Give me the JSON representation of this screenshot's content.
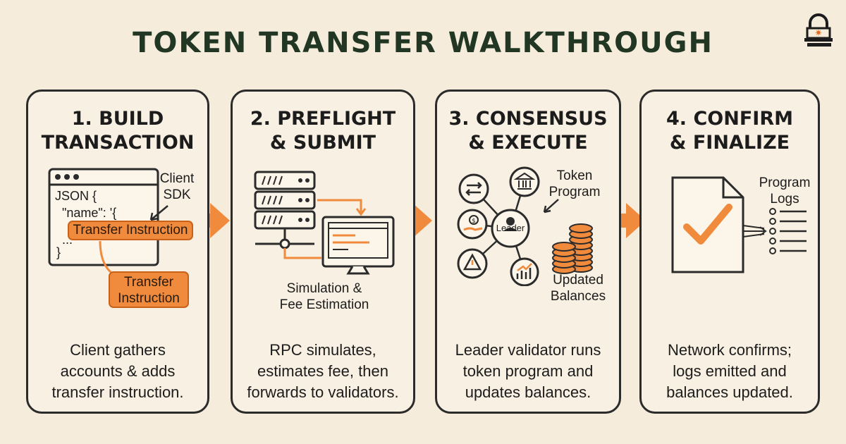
{
  "title": "TOKEN TRANSFER WALKTHROUGH",
  "colors": {
    "accent": "#f08a3c",
    "ink": "#2b2b2b",
    "background": "#f5ecdc",
    "title": "#223624"
  },
  "steps": [
    {
      "heading_line1": "1. BUILD",
      "heading_line2": "TRANSACTION",
      "caption_line1": "Client gathers",
      "caption_line2": "accounts & adds",
      "caption_line3": "transfer instruction.",
      "client_label_line1": "Client",
      "client_label_line2": "SDK",
      "code_line1": "JSON {",
      "code_line2": "\"name\": '{",
      "code_line3": "...",
      "code_line4": "}",
      "inline_highlight": "Transfer Instruction",
      "callout_line1": "Transfer",
      "callout_line2": "Instruction",
      "icon": "code-window-icon"
    },
    {
      "heading_line1": "2. PREFLIGHT",
      "heading_line2": "& SUBMIT",
      "caption_line1": "RPC simulates,",
      "caption_line2": "estimates fee, then",
      "caption_line3": "forwards to validators.",
      "label_line1": "Simulation &",
      "label_line2": "Fee Estimation",
      "icon": "server-monitor-icon"
    },
    {
      "heading_line1": "3. CONSENSUS",
      "heading_line2": "& EXECUTE",
      "caption_line1": "Leader validator runs",
      "caption_line2": "token program and",
      "caption_line3": "updates balances.",
      "program_label_line1": "Token",
      "program_label_line2": "Program",
      "leader_label": "Leader",
      "balances_label_line1": "Updated",
      "balances_label_line2": "Balances",
      "icon": "validator-network-icon"
    },
    {
      "heading_line1": "4. CONFIRM",
      "heading_line2": "& FINALIZE",
      "caption_line1": "Network confirms;",
      "caption_line2": "logs emitted and",
      "caption_line3": "balances updated.",
      "logs_label_line1": "Program",
      "logs_label_line2": "Logs",
      "icon": "checked-document-icon"
    }
  ]
}
